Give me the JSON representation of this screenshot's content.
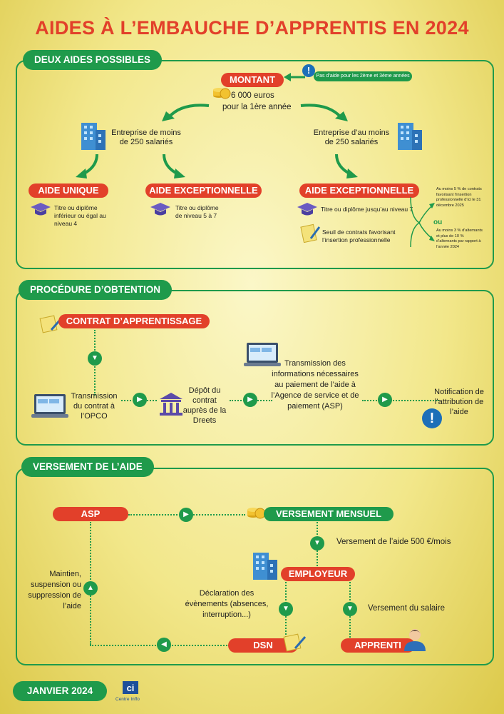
{
  "title": "AIDES À L’EMBAUCHE D’APPRENTIS EN 2024",
  "section1": {
    "label": "DEUX AIDES POSSIBLES",
    "montant": "MONTANT",
    "montant_amount": "6 000 euros",
    "montant_sub": "pour la 1ère année",
    "note": "Pas d’aide pour les 2ème et 3ème années",
    "left_company": "Entreprise de moins de 250 salariés",
    "right_company": "Entreprise d’au moins de 250 salariés",
    "aide_unique": "AIDE UNIQUE",
    "aide_unique_text": "Titre ou diplôme inférieur ou égal au niveau 4",
    "aide_excep_left": "AIDE EXCEPTIONNELLE",
    "aide_excep_left_text": "Titre ou diplôme de niveau 5 à 7",
    "aide_excep_right": "AIDE EXCEPTIONNELLE",
    "aide_excep_right_text1": "Titre ou diplôme jusqu’au niveau 7",
    "aide_excep_right_text2": "Seuil de contrats favorisant l’insertion professionnelle",
    "cond1": "Au moins 5 % de contrats favorisant l’insertion professionnelle d’ici le 31 décembre 2025",
    "ou": "ou",
    "cond2": "Au moins 3 % d’alternants et plus de 10 % d’alternants par rapport à l’année 2024"
  },
  "section2": {
    "label": "PROCÉDURE D’OBTENTION",
    "contrat": "CONTRAT D’APPRENTISSAGE",
    "step1": "Transmission du contrat à l’OPCO",
    "step2": "Dépôt du contrat auprès de la Dreets",
    "step3": "Transmission des informations nécessaires au paiement de l’aide à l’Agence de service et de paiement (ASP)",
    "step4": "Notification de l’attribution de l’aide"
  },
  "section3": {
    "label": "VERSEMENT DE L’AIDE",
    "asp": "ASP",
    "versement_mensuel": "VERSEMENT MENSUEL",
    "versement_aide": "Versement de l’aide 500 €/mois",
    "employeur": "EMPLOYEUR",
    "maintien": "Maintien, suspension ou suppression de l’aide",
    "declaration": "Déclaration des évènements (absences, interruption...)",
    "versement_salaire": "Versement du salaire",
    "dsn": "DSN",
    "apprenti": "APPRENTI"
  },
  "footer": {
    "date": "JANVIER 2024",
    "logo_text": "Centre Inffo"
  },
  "colors": {
    "green": "#1f9a4b",
    "red": "#e2402a",
    "blue": "#1d6fb8"
  }
}
